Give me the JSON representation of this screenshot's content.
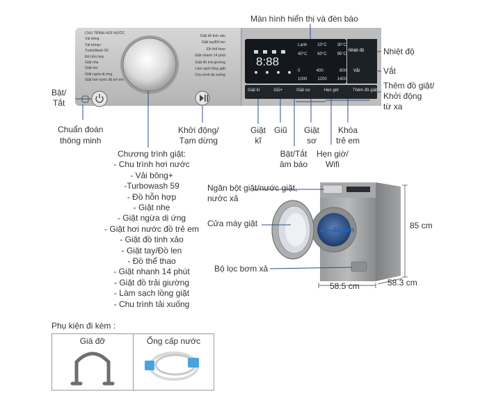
{
  "panel": {
    "dial_programs_left": [
      "CHU TRÌNH HƠI NƯỚC",
      "Vải bông",
      "Vải bông+",
      "TurboWash 59",
      "Đồ hỗn hợp",
      "Giặt nhẹ",
      "Giặt em",
      "Giặt ngừa dị ứng",
      "Giặt hơi nước đồ trẻ em"
    ],
    "dial_programs_right": [
      "Giặt đồ tinh xảo",
      "Giặt tay/Đồ len",
      "Đồ thể thao",
      "Giặt nhanh 14 phút",
      "Giặt đồ trải giường",
      "Làm sạch lồng giặt",
      "Chu trình tải xuống"
    ],
    "display": {
      "row1": [
        "Lạnh",
        "20°C",
        "30°C"
      ],
      "row2": [
        "40°C",
        "60°C",
        "95°C"
      ],
      "row3": [
        "0",
        "400",
        "800"
      ],
      "row4": [
        "1000",
        "1200",
        "1400"
      ],
      "option_spin": "Nhiệt độ",
      "option_rinse": "Vắt"
    },
    "buttons": [
      "Giặt kĩ",
      "Giũ+",
      "Giặt sơ",
      "Hẹn giờ",
      "Thêm đồ giặt"
    ]
  },
  "callouts": {
    "display_label": "Màn hình hiển thị và đèn báo",
    "temperature": "Nhiệt độ",
    "spin": "Vắt",
    "add_item": [
      "Thêm đồ giặt/",
      "Khởi động",
      "từ xa"
    ],
    "power": [
      "Bật/",
      "Tắt"
    ],
    "smart_diagnosis": [
      "Chuẩn đoán",
      "thông minh"
    ],
    "start_pause": [
      "Khởi động/",
      "Tạm dừng"
    ],
    "intensive": [
      "Giặt",
      "kĩ"
    ],
    "rinse": "Giũ",
    "prewash": [
      "Giặt",
      "sơ"
    ],
    "child_lock": [
      "Khóa",
      "trẻ em"
    ],
    "beep": [
      "Bật/Tắt",
      "âm báo"
    ],
    "timer_wifi": [
      "Hẹn giờ/",
      "Wifi"
    ]
  },
  "programs": {
    "title": "Chương trình giặt:",
    "items": [
      "- Chu trình hơi nước",
      "- Vải bông+",
      "-Turbowash 59",
      "- Đồ hỗn hợp",
      "- Giặt nhẹ",
      "- Giặt ngừa dị ứng",
      "- Giặt hơi nước đồ trẻ em",
      "- Giặt đồ tinh xảo",
      "- Giặt tay/Đồ len",
      "- Đồ thể thao",
      "- Giặt nhanh 14 phút",
      "- Giặt đồ trải giường",
      "- Làm sạch lồng giặt",
      "- Chu trình tải xuống"
    ]
  },
  "machine": {
    "detergent": [
      "Ngăn bột giặt/nước giặt,",
      "nước xả"
    ],
    "door": "Cửa máy giặt",
    "filter": "Bộ lọc bơm xả",
    "door_size": "31 cm",
    "height": "85 cm",
    "width": "58.5 cm",
    "depth": "58.3 cm"
  },
  "accessories": {
    "title": "Phụ kiện đi kèm :",
    "items": [
      "Giá đỡ",
      "Ống cấp nước"
    ]
  },
  "colors": {
    "panel": "#c4c4c4",
    "display": "#14181d",
    "callout_line": "#2a4e8a",
    "door_size": "#1e63b8"
  }
}
